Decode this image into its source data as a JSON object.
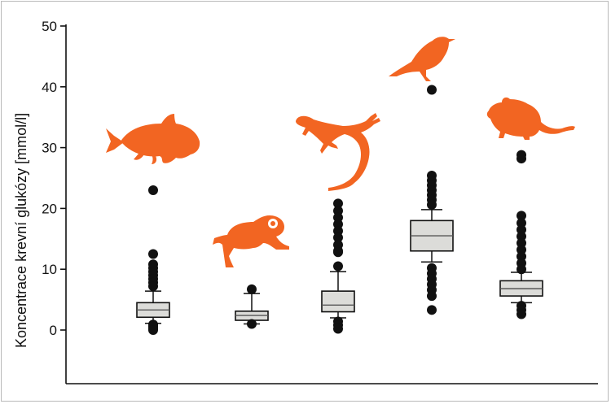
{
  "chart_data": {
    "type": "box",
    "ylabel": "Koncentrace krevní glukózy [mmol/l]",
    "xlabel": "",
    "ylim": [
      -9,
      50
    ],
    "yticks": [
      0,
      10,
      20,
      30,
      40,
      50
    ],
    "grid": false,
    "box_fill": "#dcdcd9",
    "outlier_color": "#111111",
    "icon_color": "#f26522",
    "groups": [
      {
        "icon": "fish-icon",
        "q1": 2.1,
        "median": 3.3,
        "q3": 4.5,
        "whisker_low": 1.1,
        "whisker_high": 6.4,
        "outliers": [
          23.0,
          12.5,
          10.8,
          10.2,
          9.6,
          9.0,
          8.4,
          7.8,
          7.2,
          0.9,
          0.6,
          0.3,
          0.0
        ]
      },
      {
        "icon": "frog-icon",
        "q1": 1.6,
        "median": 2.4,
        "q3": 3.1,
        "whisker_low": 1.0,
        "whisker_high": 6.0,
        "outliers": [
          6.7,
          1.0
        ]
      },
      {
        "icon": "lizard-icon",
        "q1": 3.0,
        "median": 4.1,
        "q3": 6.4,
        "whisker_low": 2.0,
        "whisker_high": 9.6,
        "outliers": [
          20.8,
          19.6,
          18.5,
          17.4,
          16.3,
          15.2,
          14.0,
          13.0,
          12.8,
          10.5,
          1.4,
          0.8,
          0.2
        ]
      },
      {
        "icon": "bird-icon",
        "q1": 13.0,
        "median": 15.5,
        "q3": 18.0,
        "whisker_low": 11.2,
        "whisker_high": 19.8,
        "outliers": [
          39.5,
          25.4,
          24.6,
          23.8,
          23.0,
          22.2,
          21.4,
          20.6,
          10.2,
          9.3,
          8.4,
          7.5,
          6.6,
          5.6,
          3.3
        ]
      },
      {
        "icon": "mouse-icon",
        "q1": 5.6,
        "median": 6.8,
        "q3": 8.1,
        "whisker_low": 4.5,
        "whisker_high": 9.5,
        "outliers": [
          28.8,
          28.2,
          18.8,
          17.6,
          16.5,
          15.4,
          14.3,
          13.2,
          12.1,
          11.0,
          10.0,
          4.0,
          3.3,
          2.6
        ]
      }
    ]
  }
}
